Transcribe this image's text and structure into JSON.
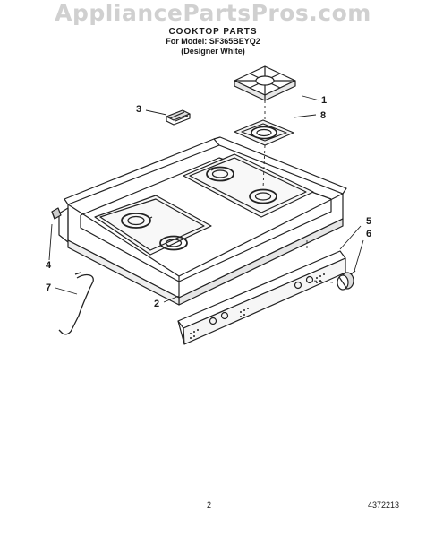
{
  "watermark": "AppliancePartsPros.com",
  "header": {
    "title": "COOKTOP PARTS",
    "model_line": "For Model: SF365BEYQ2",
    "color_line": "(Designer White)"
  },
  "callouts": {
    "c1": "1",
    "c2": "2",
    "c3": "3",
    "c4": "4",
    "c5": "5",
    "c6": "6",
    "c7": "7",
    "c8": "8"
  },
  "footer": {
    "page_number": "2",
    "doc_number": "4372213"
  }
}
